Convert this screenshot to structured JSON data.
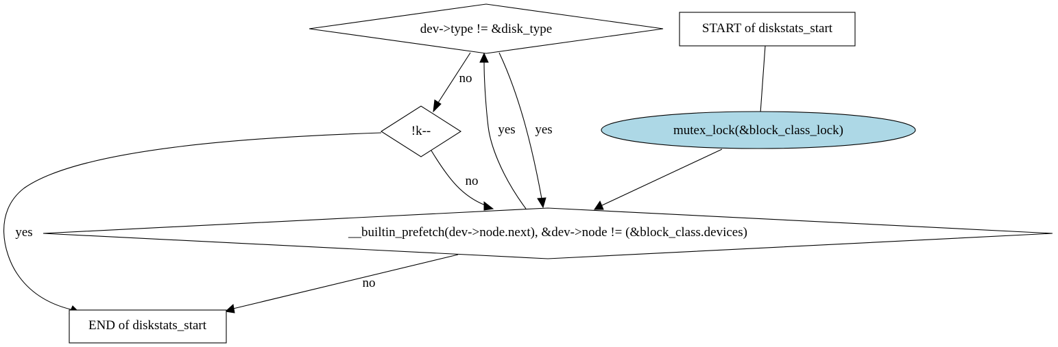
{
  "colors": {
    "stroke": "#000000",
    "background": "#ffffff",
    "node_fill": "#ffffff",
    "highlight_fill": "#add8e6"
  },
  "nodes": {
    "start": {
      "shape": "box",
      "label": "START of diskstats_start"
    },
    "mutex": {
      "shape": "ellipse",
      "label": "mutex_lock(&block_class_lock)",
      "fill": "highlight"
    },
    "loop_cond": {
      "shape": "diamond",
      "label": "__builtin_prefetch(dev->node.next), &dev->node != (&block_class.devices)"
    },
    "type_check": {
      "shape": "diamond",
      "label": "dev->type != &disk_type"
    },
    "k_check": {
      "shape": "diamond",
      "label": "!k--"
    },
    "end": {
      "shape": "box",
      "label": "END of diskstats_start"
    }
  },
  "edges": {
    "start_to_mutex": {
      "from": "start",
      "to": "mutex",
      "label": ""
    },
    "mutex_to_loop": {
      "from": "mutex",
      "to": "loop_cond",
      "label": ""
    },
    "loop_to_end": {
      "from": "loop_cond",
      "to": "end",
      "label": "no"
    },
    "loop_to_type": {
      "from": "loop_cond",
      "to": "type_check",
      "label": "yes"
    },
    "type_to_loop": {
      "from": "type_check",
      "to": "loop_cond",
      "label": "yes"
    },
    "type_to_k": {
      "from": "type_check",
      "to": "k_check",
      "label": "no"
    },
    "k_to_loop": {
      "from": "k_check",
      "to": "loop_cond",
      "label": "no"
    },
    "k_to_end": {
      "from": "k_check",
      "to": "end",
      "label": "yes"
    }
  }
}
